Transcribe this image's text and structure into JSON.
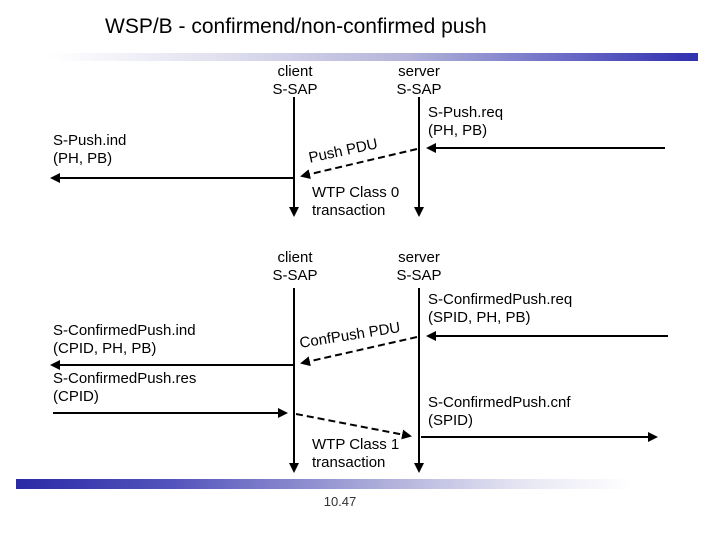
{
  "slide": {
    "title": "WSP/B - confirmend/non-confirmed push",
    "page_number": "10.47"
  },
  "colors": {
    "accent_blue_dark": "#3333ad",
    "accent_fade": "#ffffff",
    "line_color": "#000000"
  },
  "diagram_top": {
    "client_header": {
      "line1": "client",
      "line2": "S-SAP"
    },
    "server_header": {
      "line1": "server",
      "line2": "S-SAP"
    },
    "push_req": {
      "line1": "S-Push.req",
      "line2": "(PH, PB)"
    },
    "push_ind": {
      "line1": "S-Push.ind",
      "line2": "(PH, PB)"
    },
    "pdu_label": "Push PDU",
    "transaction": {
      "line1": "WTP Class 0",
      "line2": "transaction"
    }
  },
  "diagram_bottom": {
    "client_header": {
      "line1": "client",
      "line2": "S-SAP"
    },
    "server_header": {
      "line1": "server",
      "line2": "S-SAP"
    },
    "confirmed_push_req": {
      "line1": "S-ConfirmedPush.req",
      "line2": "(SPID, PH, PB)"
    },
    "confirmed_push_ind": {
      "line1": "S-ConfirmedPush.ind",
      "line2": "(CPID, PH, PB)"
    },
    "confirmed_push_res": {
      "line1": "S-ConfirmedPush.res",
      "line2": "(CPID)"
    },
    "confirmed_push_cnf": {
      "line1": "S-ConfirmedPush.cnf",
      "line2": "(SPID)"
    },
    "pdu_label": "ConfPush PDU",
    "transaction": {
      "line1": "WTP Class 1",
      "line2": "transaction"
    }
  }
}
